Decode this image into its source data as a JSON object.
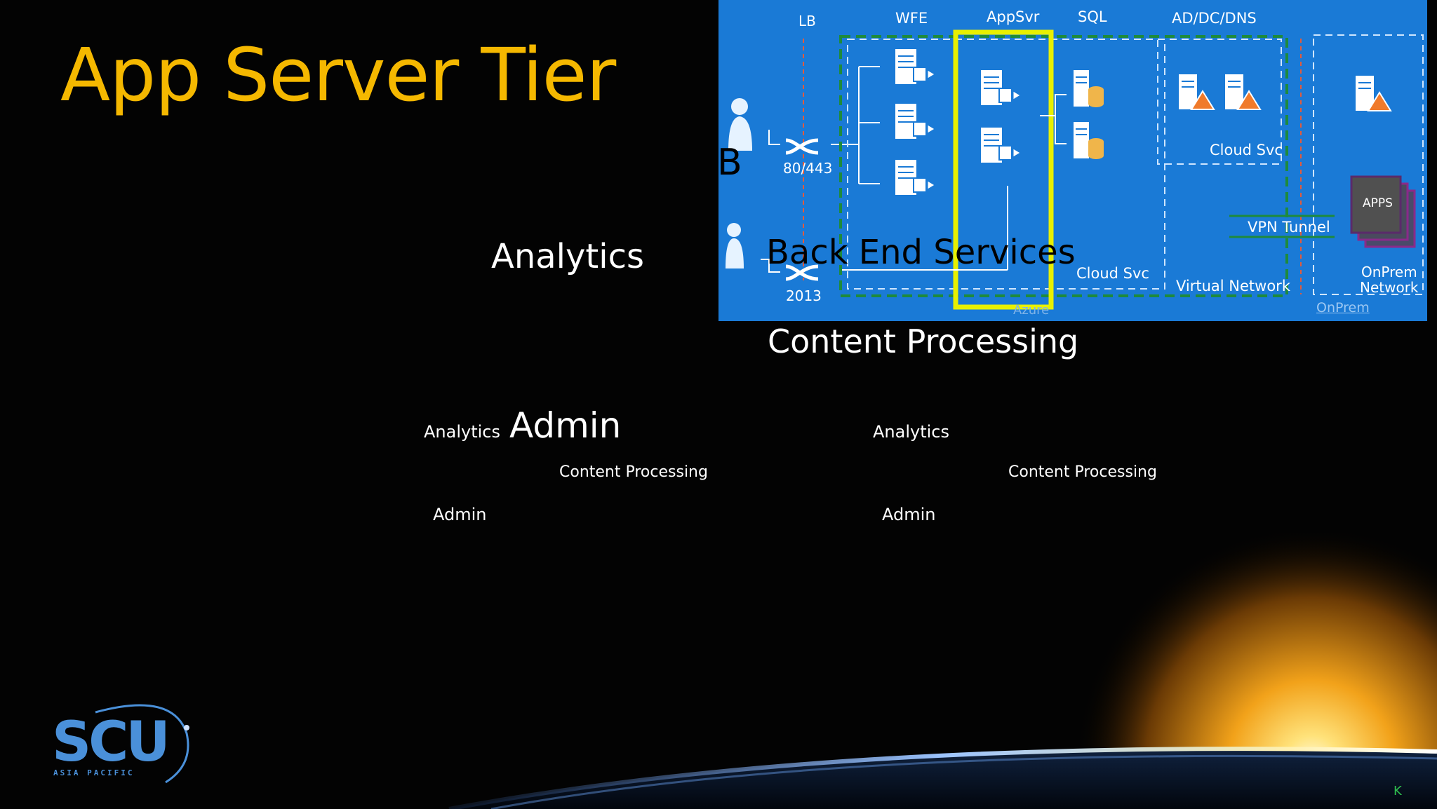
{
  "slide": {
    "title": "App Server Tier",
    "floating_labels": {
      "b_fragment": "B",
      "analytics_large": "Analytics",
      "back_end_services": "Back End Services",
      "content_processing_large": "Content Processing",
      "admin_large": "Admin",
      "analytics_left": "Analytics",
      "analytics_right": "Analytics",
      "content_processing_left": "Content Processing",
      "content_processing_right": "Content Processing",
      "admin_left": "Admin",
      "admin_right": "Admin"
    },
    "page_mark": "K"
  },
  "diagram": {
    "tiers": {
      "lb": "LB",
      "wfe": "WFE",
      "appsvr": "AppSvr",
      "sql": "SQL",
      "ad_dc_dns": "AD/DC/DNS"
    },
    "ports": {
      "top": "80/443",
      "bottom": "2013"
    },
    "cloud_svc_right": "Cloud Svc",
    "cloud_svc_sql": "Cloud Svc",
    "virtual_network": "Virtual Network",
    "vpn_tunnel": "VPN Tunnel",
    "apps": "APPS",
    "onprem_network_line1": "OnPrem",
    "onprem_network_line2": "Network",
    "azure": "Azure",
    "onprem_link": "OnPrem",
    "colors": {
      "background": "#1a7ad6",
      "highlight": "#e8f000",
      "green_dash": "#1e8a3c",
      "white_dash": "#cfe6ff"
    }
  },
  "logo": {
    "name": "SCU",
    "sub": "ASIA PACIFIC"
  }
}
